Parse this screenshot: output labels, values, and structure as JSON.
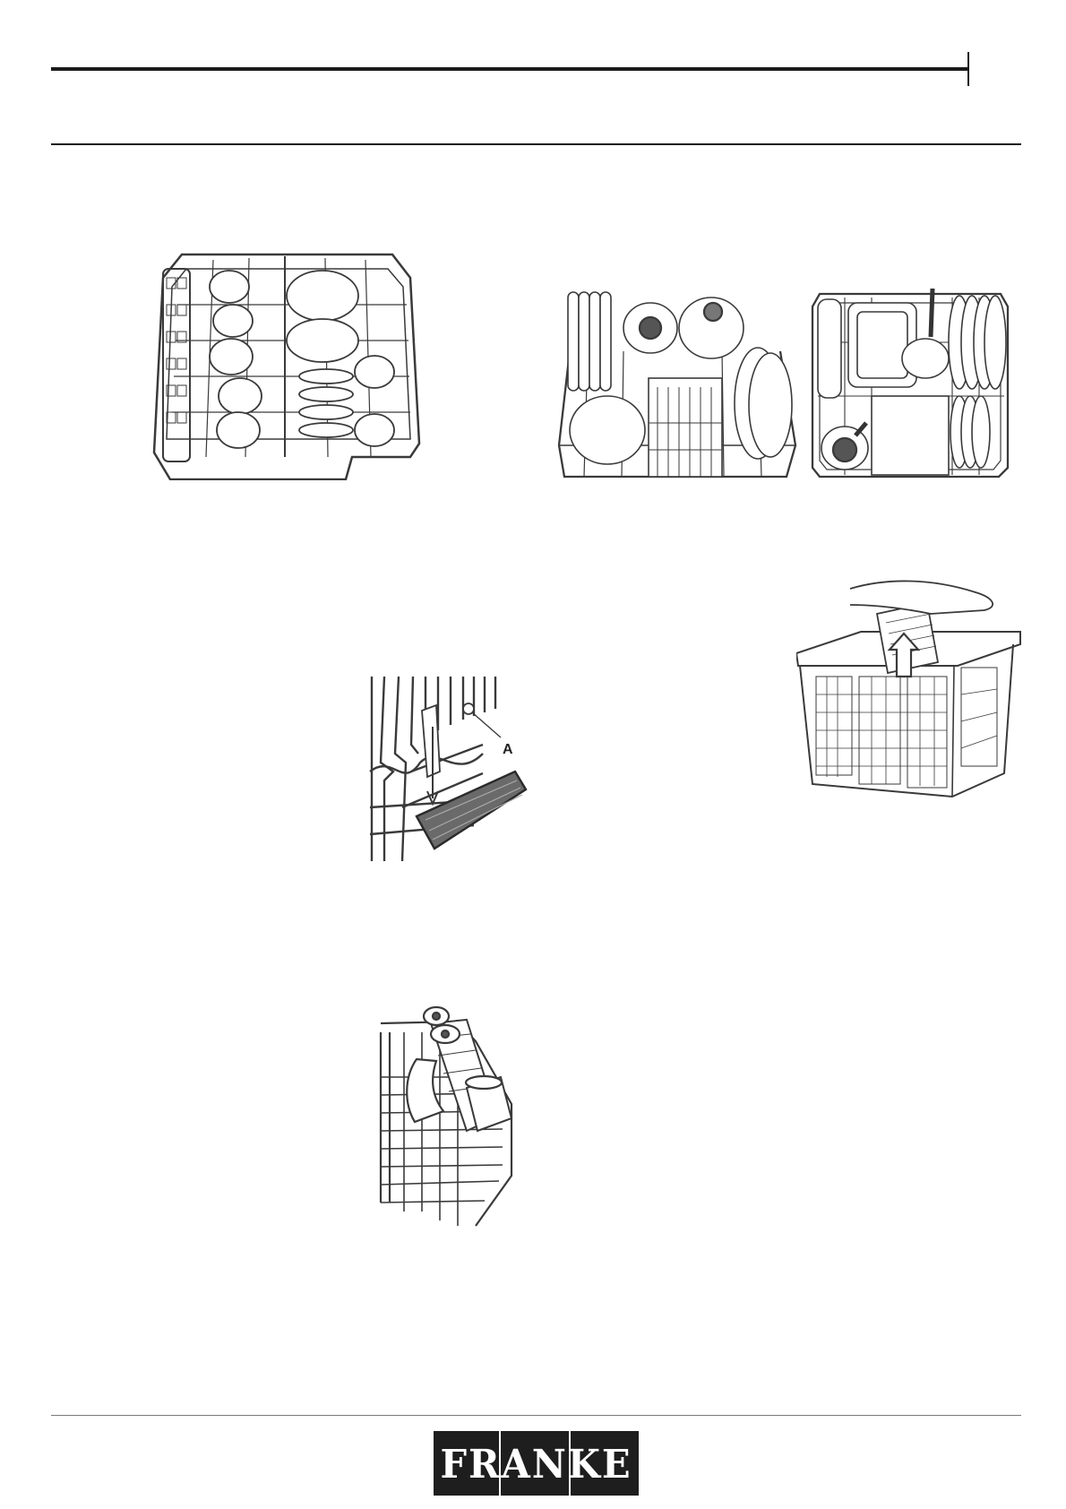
{
  "figures": {
    "hinge_callout": "A"
  },
  "footer": {
    "brand": "FRANKE"
  },
  "colors": {
    "rule": "#1b1b1b",
    "line_art": "#3a3a3a",
    "logo_bg": "#1e1e1e",
    "logo_text": "#ffffff"
  },
  "icons": [
    "upper-rack-illustration",
    "lower-rack-illustration",
    "lower-rack-variant-illustration",
    "cutlery-basket-illustration",
    "rack-hinge-illustration",
    "foldable-rack-illustration"
  ]
}
